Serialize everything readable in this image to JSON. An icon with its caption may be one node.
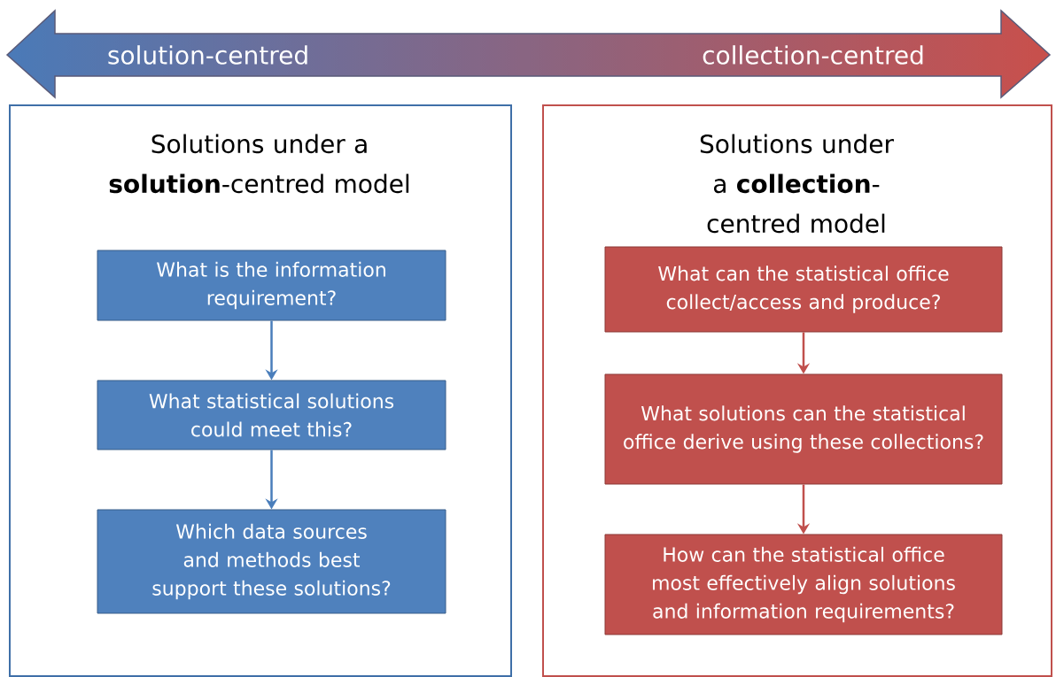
{
  "diagram": {
    "nodes": [
      {
        "text": [
          "solution-centred",
          "collection-centred"
        ]
      },
      {
        "text": [
          "Solutions under a **solution**-centred model"
        ]
      },
      {
        "text": [
          "What is the information requirement?"
        ],
        "in": 1
      },
      {
        "text": [
          "What statistical solutions could meet this?"
        ],
        "in": 1
      },
      {
        "text": [
          "Which data sources and methods best support these solutions?"
        ],
        "in": 1
      },
      {
        "text": [
          "Solutions under a **collection**-centred model"
        ]
      },
      {
        "text": [
          "What can the statistical office collect/access and produce?"
        ],
        "in": 5
      },
      {
        "text": [
          "What solutions can the statistical office derive using these collections?"
        ],
        "in": 5
      },
      {
        "text": [
          "How can the statistical office most effectively align solutions and information requirements?"
        ],
        "in": 5
      }
    ],
    "edges": [
      {
        "from": 2,
        "to": 3,
        "arrow": "to"
      },
      {
        "from": 3,
        "to": 4,
        "arrow": "to"
      },
      {
        "from": 6,
        "to": 7,
        "arrow": "to",
        "color": "#c0504d"
      },
      {
        "from": 7,
        "to": 8,
        "arrow": "to",
        "color": "#c0504d"
      }
    ]
  }
}
